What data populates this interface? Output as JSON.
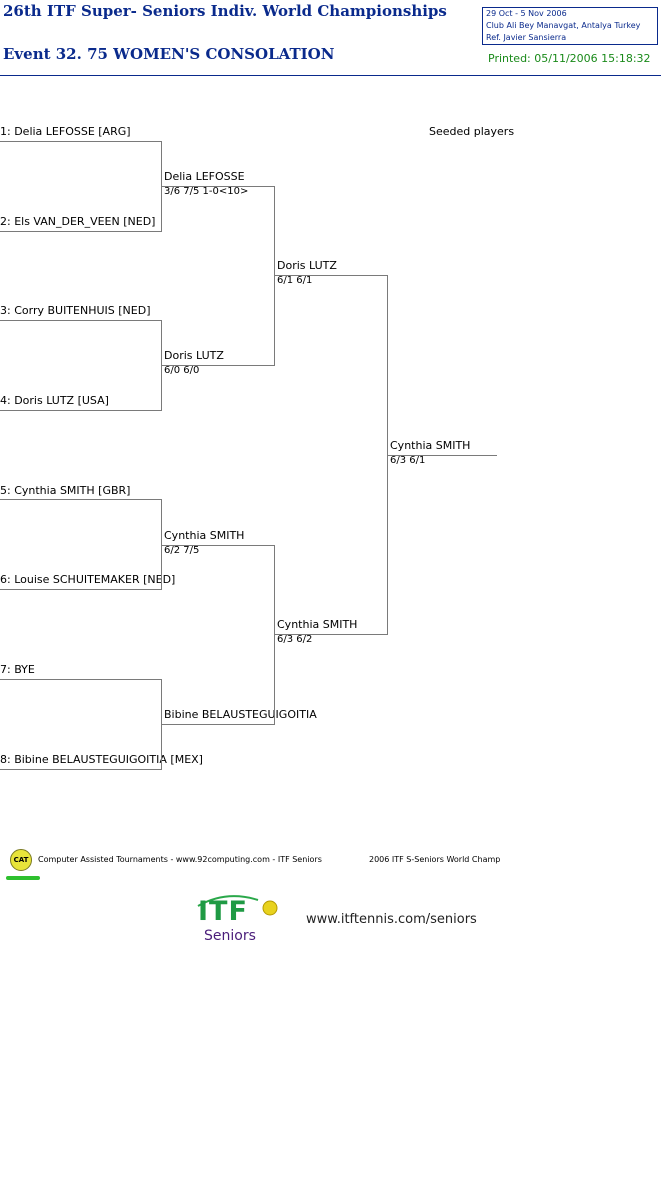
{
  "header": {
    "title": "26th ITF Super- Seniors Indiv. World Championships",
    "event": "Event 32. 75 WOMEN'S CONSOLATION",
    "info_dates": "29 Oct - 5 Nov 2006",
    "info_venue": "Club Ali Bey Manavgat, Antalya   Turkey",
    "info_ref": "Ref. Javier Sansierra",
    "printed": "Printed: 05/11/2006 15:18:32"
  },
  "seeded_label": "Seeded players",
  "round1": [
    "1: Delia LEFOSSE [ARG]",
    "2: Els VAN_DER_VEEN [NED]",
    "3: Corry BUITENHUIS [NED]",
    "4: Doris LUTZ [USA]",
    "5: Cynthia SMITH [GBR]",
    "6: Louise SCHUITEMAKER [NED]",
    "7: BYE",
    "8: Bibine BELAUSTEGUIGOITIA [MEX]"
  ],
  "round2": [
    {
      "name": "Delia LEFOSSE",
      "score": "3/6 7/5 1-0<10>"
    },
    {
      "name": "Doris LUTZ",
      "score": "6/0 6/0"
    },
    {
      "name": "Cynthia SMITH",
      "score": "6/2 7/5"
    },
    {
      "name": "Bibine BELAUSTEGUIGOITIA",
      "score": ""
    }
  ],
  "round3": [
    {
      "name": "Doris LUTZ",
      "score": "6/1 6/1"
    },
    {
      "name": "Cynthia SMITH",
      "score": "6/3 6/2"
    }
  ],
  "final": {
    "name": "Cynthia SMITH",
    "score": "6/3 6/1"
  },
  "footer": {
    "cat_logo": "CAT",
    "cat_text": "Computer Assisted Tournaments - www.92computing.com -  ITF Seniors",
    "champ_text": "2006 ITF S-Seniors World Champ",
    "logo_itf": "ITF",
    "logo_seniors": "Seniors",
    "url": "www.itftennis.com/seniors"
  }
}
